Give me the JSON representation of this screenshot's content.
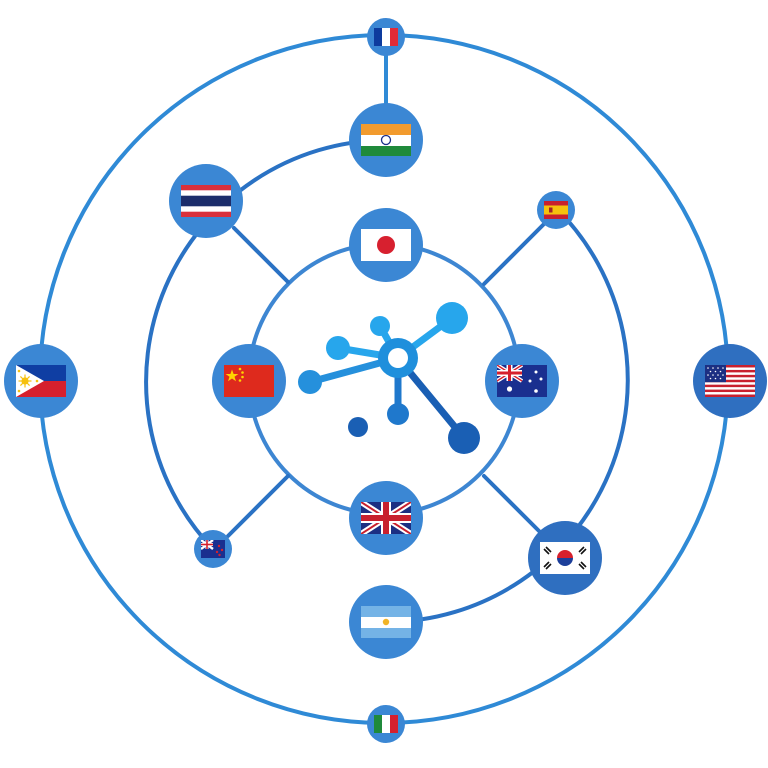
{
  "colors": {
    "ring_outer": "#2f8ad6",
    "ring_mid": "#2a72c4",
    "ring_inner": "#3d86d2",
    "node_fill": "#3b87d4",
    "hub_light": "#27a6ec",
    "hub_dark": "#1a5fb4"
  },
  "nodes": [
    {
      "name": "flag-france-node",
      "flag": "france"
    },
    {
      "name": "flag-india-node",
      "flag": "india"
    },
    {
      "name": "flag-thailand-node",
      "flag": "thailand"
    },
    {
      "name": "flag-japan-node",
      "flag": "japan"
    },
    {
      "name": "flag-spain-node",
      "flag": "spain"
    },
    {
      "name": "flag-philippines-node",
      "flag": "philippines"
    },
    {
      "name": "flag-china-node",
      "flag": "china"
    },
    {
      "name": "flag-australia-node",
      "flag": "australia"
    },
    {
      "name": "flag-usa-node",
      "flag": "usa"
    },
    {
      "name": "flag-new-zealand-node",
      "flag": "new-zealand"
    },
    {
      "name": "flag-uk-node",
      "flag": "uk"
    },
    {
      "name": "flag-south-korea-node",
      "flag": "south-korea"
    },
    {
      "name": "flag-argentina-node",
      "flag": "argentina"
    },
    {
      "name": "flag-italy-node",
      "flag": "italy"
    }
  ],
  "hub": {
    "icon": "network-hub-icon"
  }
}
